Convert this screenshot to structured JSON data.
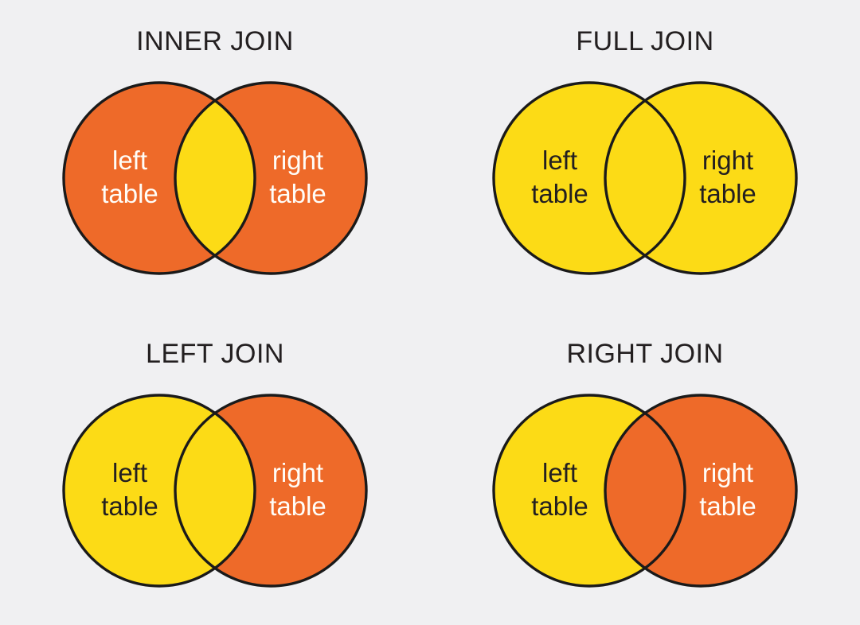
{
  "colors": {
    "background": "#f0f0f2",
    "orange": "#ee6a29",
    "yellow": "#fcdb16",
    "outline": "#1a1a1a",
    "title_text": "#231f20",
    "label_on_orange": "#fffdf8",
    "label_on_yellow": "#231f20"
  },
  "panels": [
    {
      "id": "inner-join",
      "title": "INNER JOIN",
      "left_fill": "#ee6a29",
      "right_fill": "#ee6a29",
      "overlap_fill": "#fcdb16",
      "left_label_line1": "left",
      "left_label_line2": "table",
      "right_label_line1": "right",
      "right_label_line2": "table",
      "left_label_color": "#fffdf8",
      "right_label_color": "#fffdf8"
    },
    {
      "id": "full-join",
      "title": "FULL JOIN",
      "left_fill": "#fcdb16",
      "right_fill": "#fcdb16",
      "overlap_fill": "#fcdb16",
      "left_label_line1": "left",
      "left_label_line2": "table",
      "right_label_line1": "right",
      "right_label_line2": "table",
      "left_label_color": "#231f20",
      "right_label_color": "#231f20"
    },
    {
      "id": "left-join",
      "title": "LEFT JOIN",
      "left_fill": "#fcdb16",
      "right_fill": "#ee6a29",
      "overlap_fill": "#fcdb16",
      "left_label_line1": "left",
      "left_label_line2": "table",
      "right_label_line1": "right",
      "right_label_line2": "table",
      "left_label_color": "#231f20",
      "right_label_color": "#fffdf8"
    },
    {
      "id": "right-join",
      "title": "RIGHT JOIN",
      "left_fill": "#fcdb16",
      "right_fill": "#ee6a29",
      "overlap_fill": "#ee6a29",
      "left_label_line1": "left",
      "left_label_line2": "table",
      "right_label_line1": "right",
      "right_label_line2": "table",
      "left_label_color": "#231f20",
      "right_label_color": "#fffdf8"
    }
  ]
}
